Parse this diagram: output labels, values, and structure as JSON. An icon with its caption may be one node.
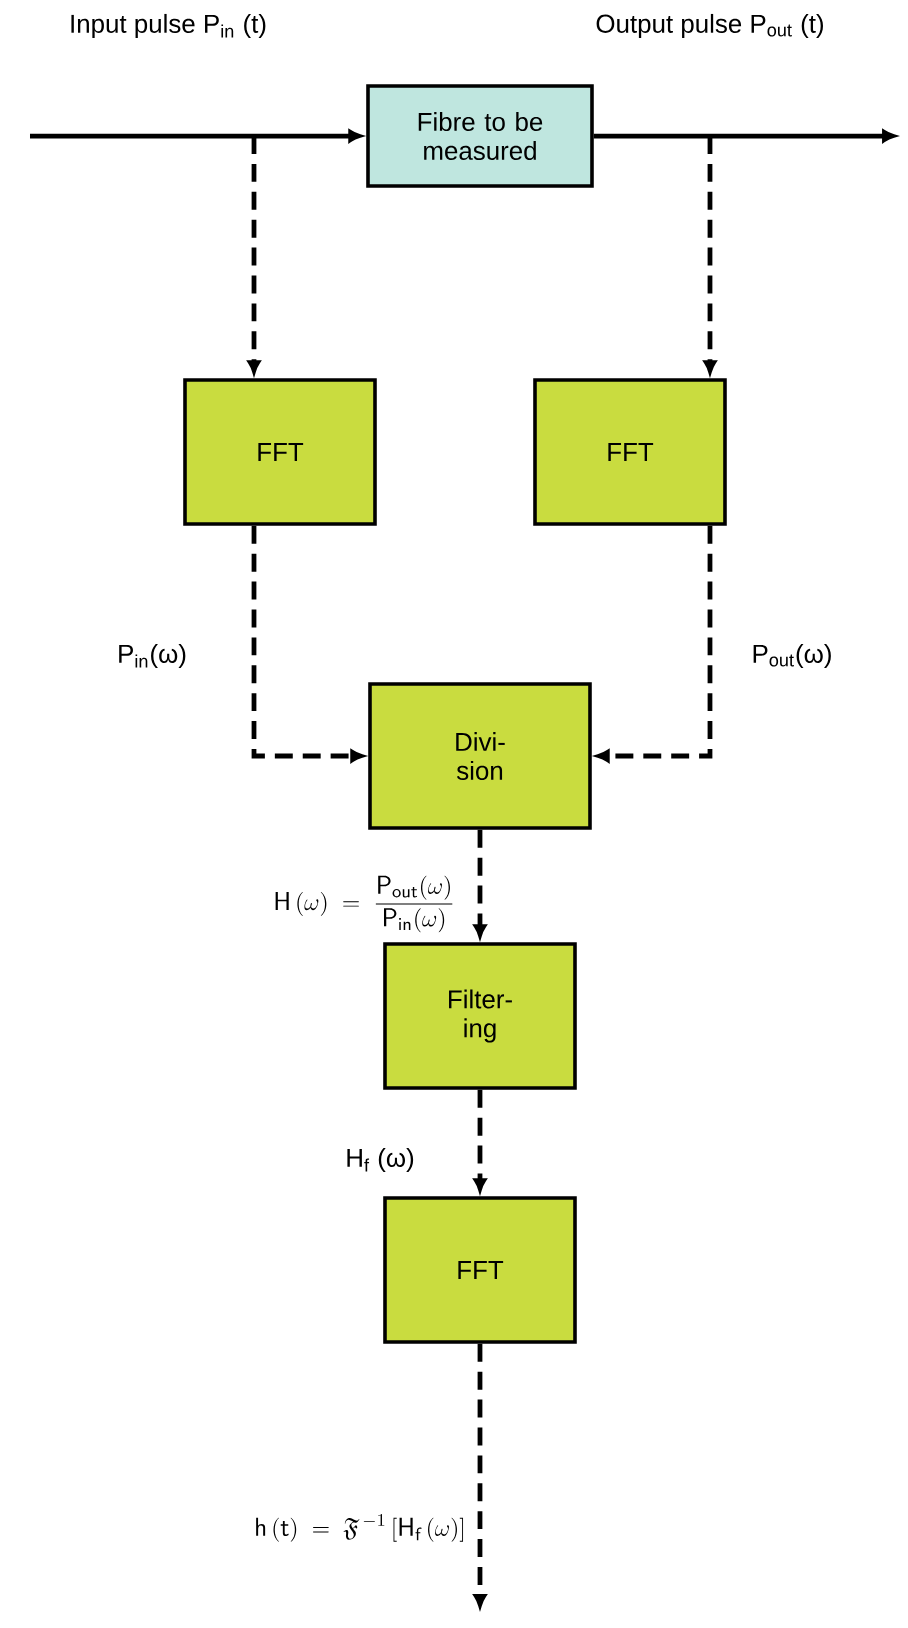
{
  "diagram": {
    "nodes": [
      {
        "text": [
          "Fibre to be measured"
        ]
      },
      {
        "text": [
          "FFT"
        ]
      },
      {
        "text": [
          "FFT"
        ]
      },
      {
        "text": [
          "Divi- sion"
        ]
      },
      {
        "text": [
          "Filter- ing"
        ]
      },
      {
        "text": [
          "FFT"
        ]
      }
    ],
    "edges": [
      {
        "from": null,
        "to": 0,
        "arrow": "to",
        "label": "Input pulse P$_{in}$ (t)"
      },
      {
        "from": 0,
        "to": null,
        "arrow": "to",
        "label": "Output pulse P$_{out}$ (t)"
      },
      {
        "from": null,
        "to": 1,
        "arrow": "to",
        "style": "dashed"
      },
      {
        "from": null,
        "to": 2,
        "arrow": "to",
        "style": "dashed"
      },
      {
        "from": 1,
        "to": 3,
        "arrow": "to",
        "style": "dashed",
        "label": "P$_{in}$(ω)"
      },
      {
        "from": 2,
        "to": 3,
        "arrow": "to",
        "style": "dashed",
        "label": "P$_{out}$(ω)"
      },
      {
        "from": 3,
        "to": 4,
        "arrow": "to",
        "style": "dashed",
        "label": "\\mathsf{H}\\,(\\omega)\\;=\\;\\frac{\\mathsf{P}_{\\mathsf{out}}(\\omega)}{\\mathsf{P}_{\\mathsf{in}}(\\omega)}"
      },
      {
        "from": 4,
        "to": 5,
        "arrow": "to",
        "style": "dashed",
        "label": "H$_{f}$ (ω)"
      },
      {
        "from": 5,
        "to": null,
        "arrow": "to",
        "style": "dashed",
        "label": "\\mathsf{h}\\,(\\mathsf{t})\\;=\\;\\mathfrak{F}^{\\,-1}\\,[\\mathsf{H}_{\\mathsf{f}}\\,(\\omega)]"
      }
    ]
  }
}
